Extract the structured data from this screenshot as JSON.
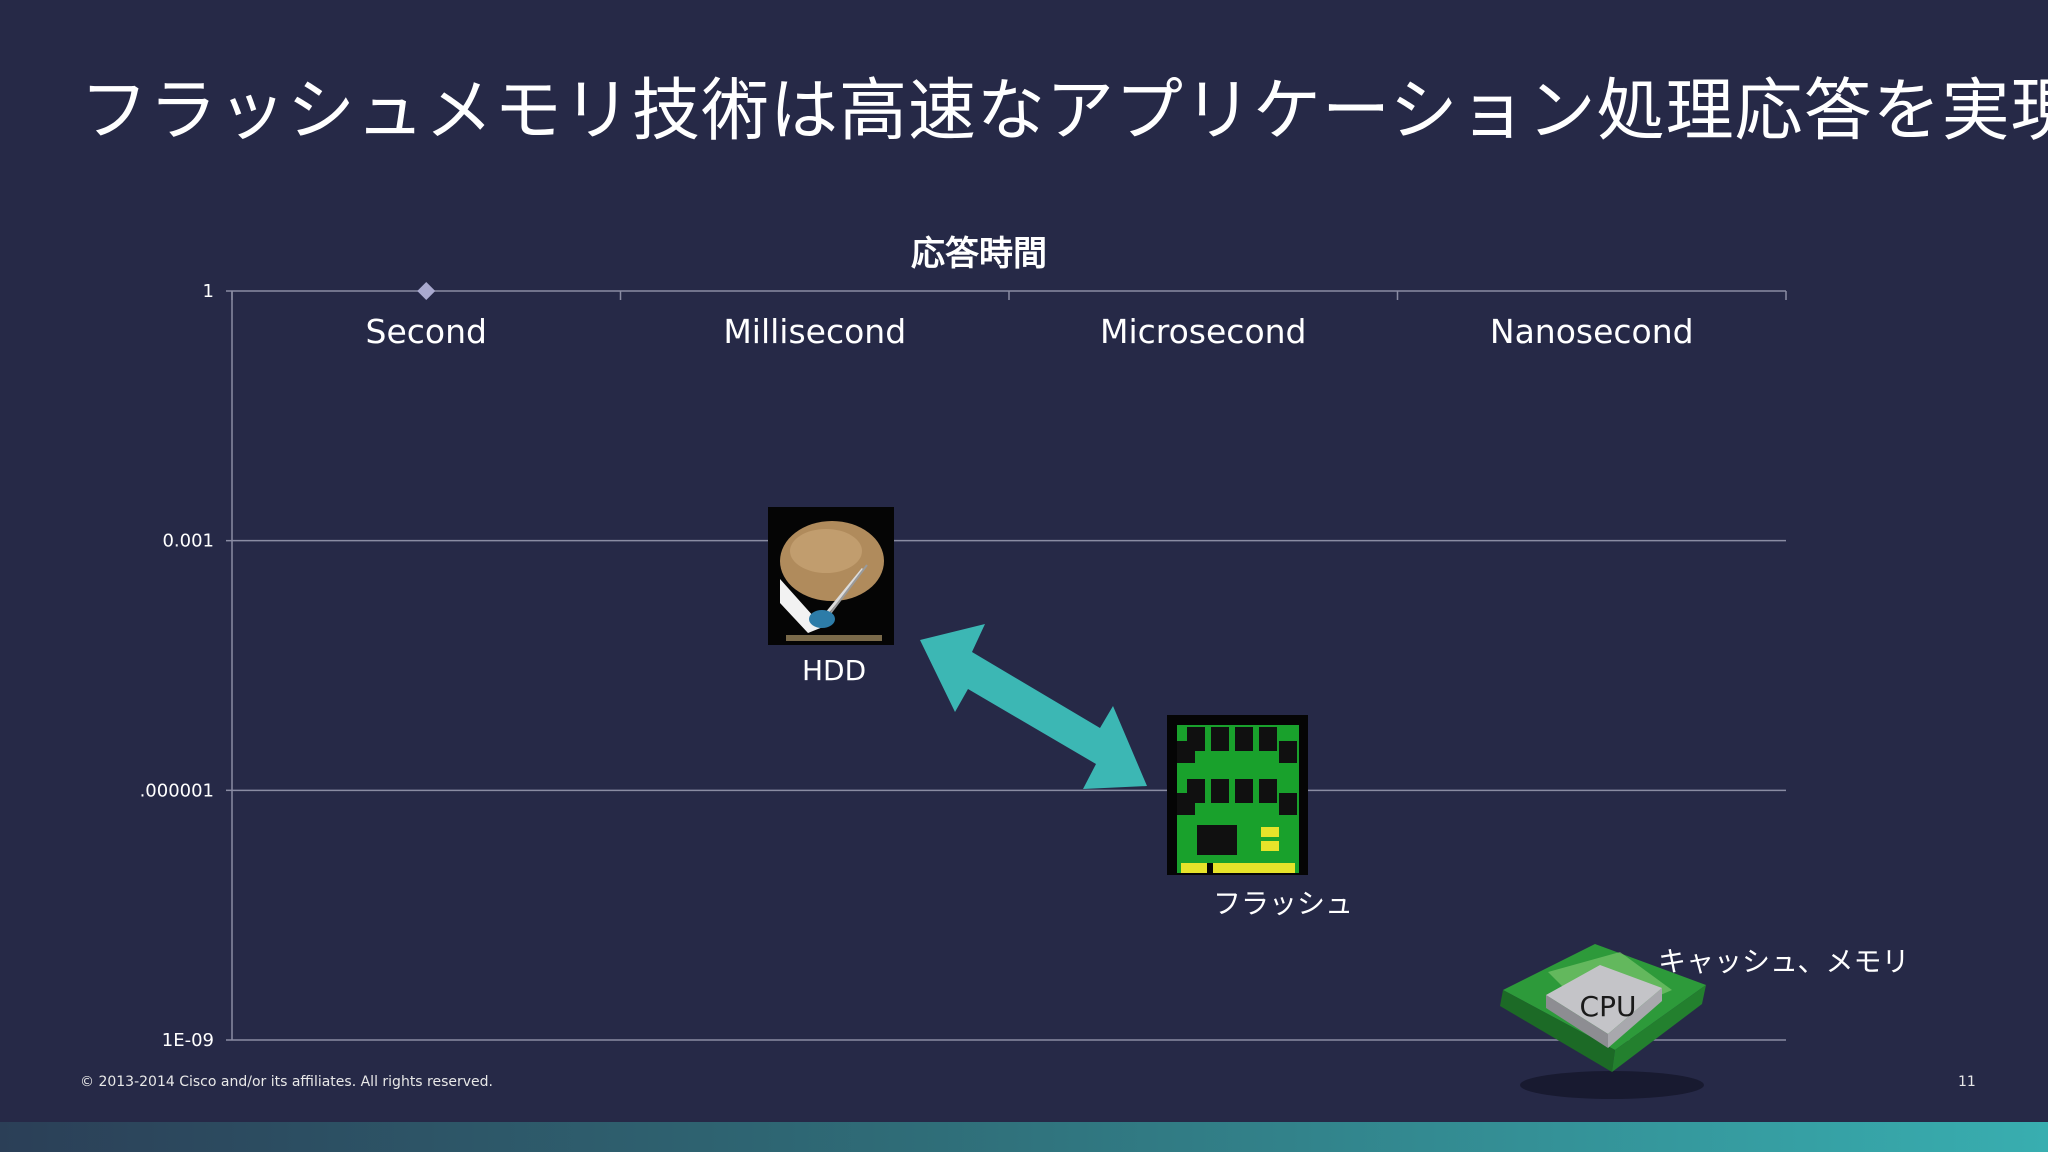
{
  "slide": {
    "title": "フラッシュメモリ技術は高速なアプリケーション処理応答を実現",
    "footer": "© 2013-2014 Cisco and/or its affiliates. All rights reserved.",
    "page_number": "11"
  },
  "labels": {
    "hdd": "HDD",
    "flash": "フラッシュ",
    "cache_memory": "キャッシュ、メモリ",
    "cpu": "CPU"
  },
  "chart_data": {
    "type": "scatter",
    "title": "応答時間",
    "xlabel": "",
    "ylabel": "",
    "y_scale": "log",
    "ylim": [
      1e-09,
      1
    ],
    "y_ticks": [
      {
        "value": 1,
        "label": "1"
      },
      {
        "value": 0.001,
        "label": "0.001"
      },
      {
        "value": 1e-06,
        "label": ".000001"
      },
      {
        "value": 1e-09,
        "label": "1E-09"
      }
    ],
    "categories": [
      "Second",
      "Millisecond",
      "Microsecond",
      "Nanosecond"
    ],
    "grid": true,
    "series": [
      {
        "points": [
          {
            "x": "Second",
            "y": 1
          }
        ]
      }
    ],
    "colors": {
      "axis": "#8a8ca3",
      "marker": "#a9a9cf",
      "arrow": "#3cb7b4"
    }
  }
}
